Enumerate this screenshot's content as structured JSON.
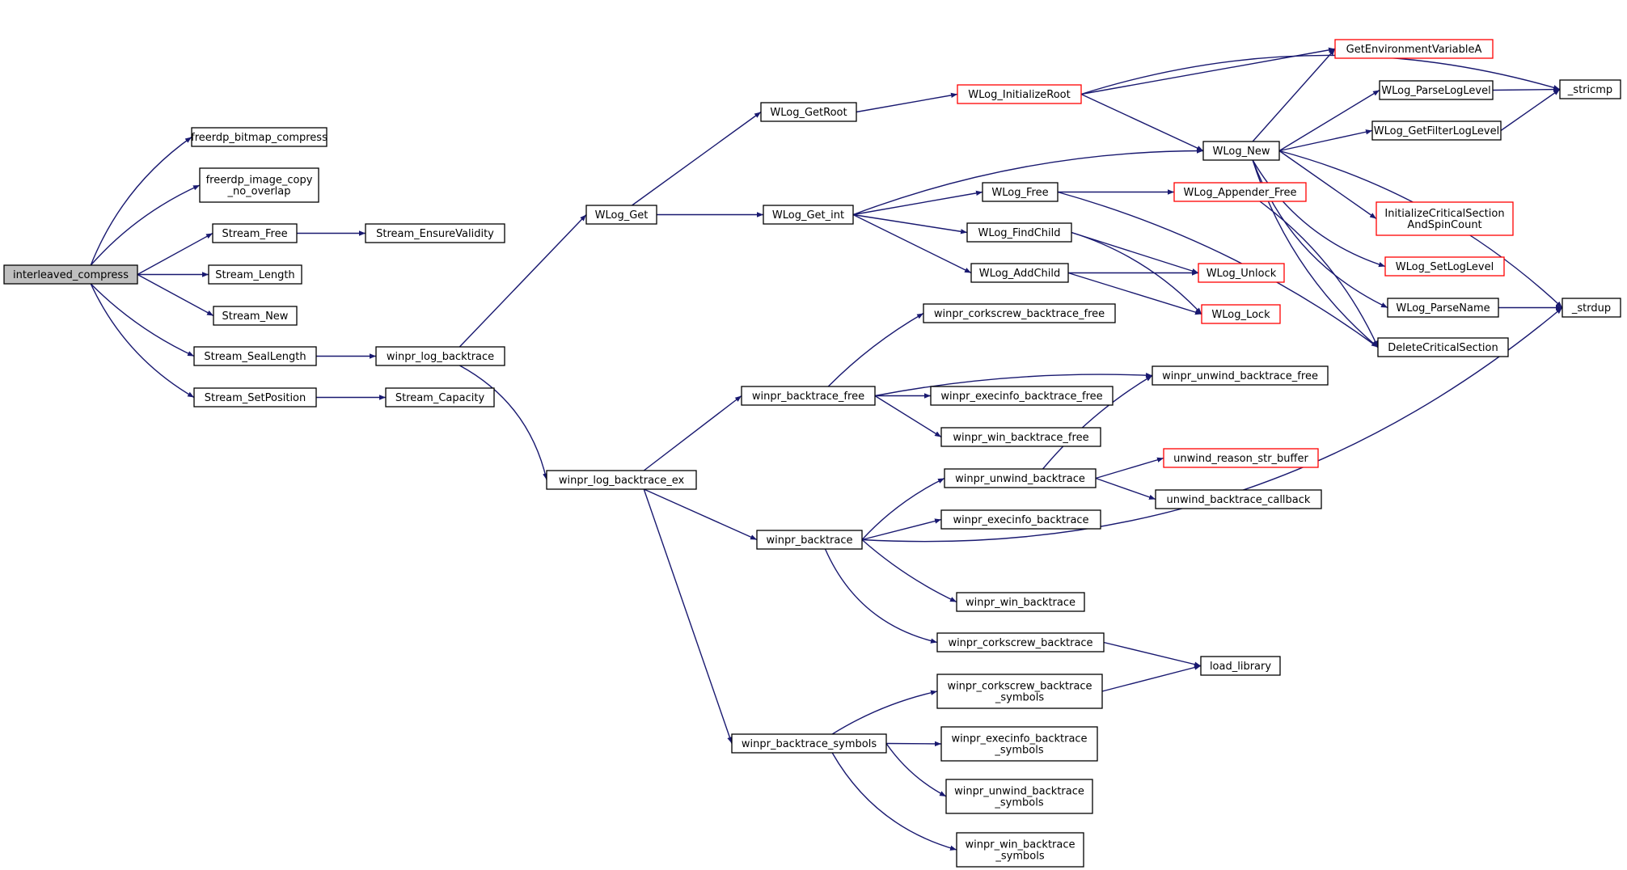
{
  "colors": {
    "edge": "#191970",
    "border_normal": "#000000",
    "border_truncated": "#ff0000",
    "root_fill": "#bfbfbf",
    "node_fill": "#ffffff"
  },
  "nodes": [
    {
      "id": "interleaved_compress",
      "label": [
        "interleaved_compress"
      ],
      "style": "root"
    },
    {
      "id": "freerdp_bitmap_compress",
      "label": [
        "freerdp_bitmap_compress"
      ],
      "style": "normal"
    },
    {
      "id": "freerdp_image_copy_no_overlap",
      "label": [
        "freerdp_image_copy",
        "_no_overlap"
      ],
      "style": "normal"
    },
    {
      "id": "Stream_Free",
      "label": [
        "Stream_Free"
      ],
      "style": "normal"
    },
    {
      "id": "Stream_EnsureValidity",
      "label": [
        "Stream_EnsureValidity"
      ],
      "style": "normal"
    },
    {
      "id": "Stream_Length",
      "label": [
        "Stream_Length"
      ],
      "style": "normal"
    },
    {
      "id": "Stream_New",
      "label": [
        "Stream_New"
      ],
      "style": "normal"
    },
    {
      "id": "Stream_SealLength",
      "label": [
        "Stream_SealLength"
      ],
      "style": "normal"
    },
    {
      "id": "Stream_SetPosition",
      "label": [
        "Stream_SetPosition"
      ],
      "style": "normal"
    },
    {
      "id": "Stream_Capacity",
      "label": [
        "Stream_Capacity"
      ],
      "style": "normal"
    },
    {
      "id": "winpr_log_backtrace",
      "label": [
        "winpr_log_backtrace"
      ],
      "style": "normal"
    },
    {
      "id": "WLog_Get",
      "label": [
        "WLog_Get"
      ],
      "style": "normal"
    },
    {
      "id": "winpr_log_backtrace_ex",
      "label": [
        "winpr_log_backtrace_ex"
      ],
      "style": "normal"
    },
    {
      "id": "WLog_GetRoot",
      "label": [
        "WLog_GetRoot"
      ],
      "style": "normal"
    },
    {
      "id": "WLog_Get_int",
      "label": [
        "WLog_Get_int"
      ],
      "style": "normal"
    },
    {
      "id": "WLog_InitializeRoot",
      "label": [
        "WLog_InitializeRoot"
      ],
      "style": "truncated"
    },
    {
      "id": "GetEnvironmentVariableA",
      "label": [
        "GetEnvironmentVariableA"
      ],
      "style": "truncated"
    },
    {
      "id": "_stricmp",
      "label": [
        "_stricmp"
      ],
      "style": "normal"
    },
    {
      "id": "WLog_New",
      "label": [
        "WLog_New"
      ],
      "style": "normal"
    },
    {
      "id": "WLog_ParseLogLevel",
      "label": [
        "WLog_ParseLogLevel"
      ],
      "style": "normal"
    },
    {
      "id": "WLog_GetFilterLogLevel",
      "label": [
        "WLog_GetFilterLogLevel"
      ],
      "style": "normal"
    },
    {
      "id": "InitializeCriticalSectionAndSpinCount",
      "label": [
        "InitializeCriticalSection",
        "AndSpinCount"
      ],
      "style": "truncated"
    },
    {
      "id": "WLog_SetLogLevel",
      "label": [
        "WLog_SetLogLevel"
      ],
      "style": "truncated"
    },
    {
      "id": "WLog_ParseName",
      "label": [
        "WLog_ParseName"
      ],
      "style": "normal"
    },
    {
      "id": "_strdup",
      "label": [
        "_strdup"
      ],
      "style": "normal"
    },
    {
      "id": "DeleteCriticalSection",
      "label": [
        "DeleteCriticalSection"
      ],
      "style": "normal"
    },
    {
      "id": "WLog_Free",
      "label": [
        "WLog_Free"
      ],
      "style": "normal"
    },
    {
      "id": "WLog_Appender_Free",
      "label": [
        "WLog_Appender_Free"
      ],
      "style": "truncated"
    },
    {
      "id": "WLog_FindChild",
      "label": [
        "WLog_FindChild"
      ],
      "style": "normal"
    },
    {
      "id": "WLog_AddChild",
      "label": [
        "WLog_AddChild"
      ],
      "style": "normal"
    },
    {
      "id": "WLog_Unlock",
      "label": [
        "WLog_Unlock"
      ],
      "style": "truncated"
    },
    {
      "id": "WLog_Lock",
      "label": [
        "WLog_Lock"
      ],
      "style": "truncated"
    },
    {
      "id": "winpr_corkscrew_backtrace_free",
      "label": [
        "winpr_corkscrew_backtrace_free"
      ],
      "style": "normal"
    },
    {
      "id": "winpr_backtrace_free",
      "label": [
        "winpr_backtrace_free"
      ],
      "style": "normal"
    },
    {
      "id": "winpr_unwind_backtrace_free",
      "label": [
        "winpr_unwind_backtrace_free"
      ],
      "style": "normal"
    },
    {
      "id": "winpr_execinfo_backtrace_free",
      "label": [
        "winpr_execinfo_backtrace_free"
      ],
      "style": "normal"
    },
    {
      "id": "winpr_win_backtrace_free",
      "label": [
        "winpr_win_backtrace_free"
      ],
      "style": "normal"
    },
    {
      "id": "winpr_unwind_backtrace",
      "label": [
        "winpr_unwind_backtrace"
      ],
      "style": "normal"
    },
    {
      "id": "unwind_reason_str_buffer",
      "label": [
        "unwind_reason_str_buffer"
      ],
      "style": "truncated"
    },
    {
      "id": "unwind_backtrace_callback",
      "label": [
        "unwind_backtrace_callback"
      ],
      "style": "normal"
    },
    {
      "id": "winpr_backtrace",
      "label": [
        "winpr_backtrace"
      ],
      "style": "normal"
    },
    {
      "id": "winpr_execinfo_backtrace",
      "label": [
        "winpr_execinfo_backtrace"
      ],
      "style": "normal"
    },
    {
      "id": "winpr_win_backtrace",
      "label": [
        "winpr_win_backtrace"
      ],
      "style": "normal"
    },
    {
      "id": "winpr_corkscrew_backtrace",
      "label": [
        "winpr_corkscrew_backtrace"
      ],
      "style": "normal"
    },
    {
      "id": "load_library",
      "label": [
        "load_library"
      ],
      "style": "normal"
    },
    {
      "id": "winpr_corkscrew_backtrace_symbols",
      "label": [
        "winpr_corkscrew_backtrace",
        "_symbols"
      ],
      "style": "normal"
    },
    {
      "id": "winpr_backtrace_symbols",
      "label": [
        "winpr_backtrace_symbols"
      ],
      "style": "normal"
    },
    {
      "id": "winpr_execinfo_backtrace_symbols",
      "label": [
        "winpr_execinfo_backtrace",
        "_symbols"
      ],
      "style": "normal"
    },
    {
      "id": "winpr_unwind_backtrace_symbols",
      "label": [
        "winpr_unwind_backtrace",
        "_symbols"
      ],
      "style": "normal"
    },
    {
      "id": "winpr_win_backtrace_symbols",
      "label": [
        "winpr_win_backtrace",
        "_symbols"
      ],
      "style": "normal"
    }
  ],
  "edges": [
    [
      "interleaved_compress",
      "freerdp_bitmap_compress"
    ],
    [
      "interleaved_compress",
      "freerdp_image_copy_no_overlap"
    ],
    [
      "interleaved_compress",
      "Stream_Free"
    ],
    [
      "interleaved_compress",
      "Stream_Length"
    ],
    [
      "interleaved_compress",
      "Stream_New"
    ],
    [
      "interleaved_compress",
      "Stream_SealLength"
    ],
    [
      "interleaved_compress",
      "Stream_SetPosition"
    ],
    [
      "Stream_Free",
      "Stream_EnsureValidity"
    ],
    [
      "Stream_SealLength",
      "winpr_log_backtrace"
    ],
    [
      "Stream_SetPosition",
      "Stream_Capacity"
    ],
    [
      "winpr_log_backtrace",
      "WLog_Get"
    ],
    [
      "winpr_log_backtrace",
      "winpr_log_backtrace_ex"
    ],
    [
      "WLog_Get",
      "WLog_GetRoot"
    ],
    [
      "WLog_Get",
      "WLog_Get_int"
    ],
    [
      "WLog_GetRoot",
      "WLog_InitializeRoot"
    ],
    [
      "WLog_InitializeRoot",
      "_stricmp"
    ],
    [
      "WLog_InitializeRoot",
      "GetEnvironmentVariableA"
    ],
    [
      "WLog_InitializeRoot",
      "WLog_New"
    ],
    [
      "WLog_Get_int",
      "WLog_New"
    ],
    [
      "WLog_Get_int",
      "WLog_Free"
    ],
    [
      "WLog_Get_int",
      "WLog_FindChild"
    ],
    [
      "WLog_Get_int",
      "WLog_AddChild"
    ],
    [
      "WLog_New",
      "GetEnvironmentVariableA"
    ],
    [
      "WLog_New",
      "WLog_ParseLogLevel"
    ],
    [
      "WLog_New",
      "WLog_GetFilterLogLevel"
    ],
    [
      "WLog_New",
      "InitializeCriticalSectionAndSpinCount"
    ],
    [
      "WLog_New",
      "WLog_SetLogLevel"
    ],
    [
      "WLog_New",
      "WLog_ParseName"
    ],
    [
      "WLog_New",
      "_strdup"
    ],
    [
      "WLog_New",
      "DeleteCriticalSection"
    ],
    [
      "WLog_ParseLogLevel",
      "_stricmp"
    ],
    [
      "WLog_GetFilterLogLevel",
      "_stricmp"
    ],
    [
      "WLog_ParseName",
      "_strdup"
    ],
    [
      "WLog_Free",
      "WLog_Appender_Free"
    ],
    [
      "WLog_Free",
      "DeleteCriticalSection"
    ],
    [
      "WLog_Appender_Free",
      "DeleteCriticalSection"
    ],
    [
      "WLog_FindChild",
      "WLog_Unlock"
    ],
    [
      "WLog_FindChild",
      "WLog_Lock"
    ],
    [
      "WLog_AddChild",
      "WLog_Unlock"
    ],
    [
      "WLog_AddChild",
      "WLog_Lock"
    ],
    [
      "winpr_log_backtrace_ex",
      "winpr_backtrace_free"
    ],
    [
      "winpr_log_backtrace_ex",
      "winpr_backtrace"
    ],
    [
      "winpr_log_backtrace_ex",
      "winpr_backtrace_symbols"
    ],
    [
      "winpr_backtrace_free",
      "winpr_corkscrew_backtrace_free"
    ],
    [
      "winpr_backtrace_free",
      "winpr_unwind_backtrace_free"
    ],
    [
      "winpr_backtrace_free",
      "winpr_execinfo_backtrace_free"
    ],
    [
      "winpr_backtrace_free",
      "winpr_win_backtrace_free"
    ],
    [
      "winpr_backtrace",
      "winpr_unwind_backtrace"
    ],
    [
      "winpr_backtrace",
      "winpr_execinfo_backtrace"
    ],
    [
      "winpr_backtrace",
      "winpr_win_backtrace"
    ],
    [
      "winpr_backtrace",
      "winpr_corkscrew_backtrace"
    ],
    [
      "winpr_backtrace",
      "_strdup"
    ],
    [
      "winpr_unwind_backtrace",
      "winpr_unwind_backtrace_free"
    ],
    [
      "winpr_unwind_backtrace",
      "unwind_reason_str_buffer"
    ],
    [
      "winpr_unwind_backtrace",
      "unwind_backtrace_callback"
    ],
    [
      "winpr_corkscrew_backtrace",
      "load_library"
    ],
    [
      "winpr_corkscrew_backtrace_symbols",
      "load_library"
    ],
    [
      "winpr_backtrace_symbols",
      "winpr_corkscrew_backtrace_symbols"
    ],
    [
      "winpr_backtrace_symbols",
      "winpr_execinfo_backtrace_symbols"
    ],
    [
      "winpr_backtrace_symbols",
      "winpr_unwind_backtrace_symbols"
    ],
    [
      "winpr_backtrace_symbols",
      "winpr_win_backtrace_symbols"
    ]
  ]
}
